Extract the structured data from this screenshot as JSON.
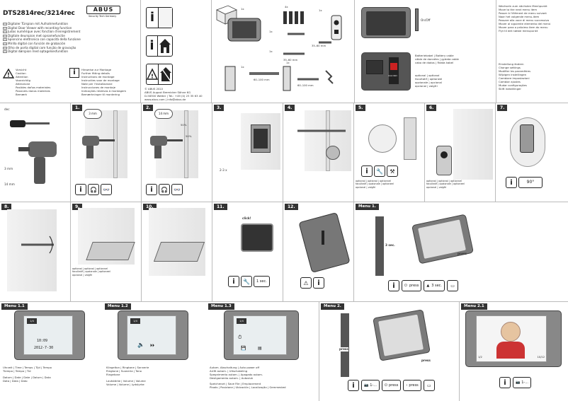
{
  "header": {
    "model": "DTS2814rec/3214rec",
    "brand": "ABUS",
    "tagline": "Security Tech Germany"
  },
  "descriptions": [
    "Digitaler Türspion mit Aufnahmefunktion",
    "Digital Door Viewer with recording function",
    "Judas numérique avec fonction d'enregistrement",
    "Digitale deurspion met opnamefunctie",
    "Spioncino elettronico con capacità della funzione",
    "Mirilla digital con función de grabación",
    "Olho de porta digital com função de gravação",
    "Digital dørspion med optagelsesfunktion"
  ],
  "warnings_left": [
    "Vorsicht",
    "Caution",
    "Attention",
    "Voorzichtig",
    "Attenzione",
    "Posibles daños materiales",
    "Possíveis danos materiais",
    "Bemærk"
  ],
  "warnings_right": [
    "Hinweise zur Montage",
    "Further fitting details",
    "Instructions de montage",
    "Instructies voor de montage",
    "Note per l'installazione",
    "Instrucciones de montaje",
    "Indicações relativas à montagem",
    "Bemærkninger til montering"
  ],
  "company": {
    "copyright": "© ABUS 2022",
    "name": "ABUS August Bremicker Söhne KG",
    "address": "D-58300 Wetter | Tel.: +49 (0) 23 35 63 40",
    "web": "www.abus.com | info@abus.de"
  },
  "parts": {
    "qty1": "1x",
    "qty2": "4x",
    "qty3": "1x",
    "qty4": "1x",
    "qty5": "1x",
    "qty6": "1x",
    "qty7": "1x",
    "dim_a": "35–60 mm",
    "dim_b": "35–60 mm",
    "dim_c": "60–100 mm",
    "dim_d": "60–100 mm"
  },
  "device_labels": {
    "onoff": "On/Off",
    "battery_cable": "Batteriekabel | Battery cable",
    "battery_cable_fr": "câble de données | gydata cable",
    "battery_cable_es": "cabo de dados | Rdata kabel",
    "sd_label": "microSD",
    "optional": [
      "optional | optional",
      "facultatif | optioneel",
      "opzionale | opcional",
      "opcional | valgfri"
    ]
  },
  "menu_nav_1": [
    "Wechseln zum nächsten Menüpunkt",
    "Move to the next menu item",
    "Passer à l'élément de menu suivant",
    "Naar het volgende menu-item",
    "Passare alla voce di menu successiva",
    "Mover al siguiente elemento del menú",
    "Mover para o próximo item do menu",
    "Flyt til det næste menupunkt"
  ],
  "menu_nav_2": [
    "Einstellung ändern",
    "Change settings",
    "Modifier les paramètres",
    "Wijzigen instellingen",
    "Cambiare impostazioni",
    "Cambiar ajustes",
    "Mudar configurações",
    "Skift indstillinger"
  ],
  "tools": {
    "drill_label": "dec",
    "size1": "3 mm",
    "size2": "14 mm"
  },
  "steps": {
    "s1": "1.",
    "s2": "2.",
    "s3": "3.",
    "s4": "4.",
    "s5": "5.",
    "s6": "6.",
    "s7": "7.",
    "s8": "8.",
    "s9": "9.",
    "s10": "10.",
    "s11": "11.",
    "s12": "12.",
    "drill1": "3 mm",
    "drill2": "14 mm",
    "pct1": "50%",
    "pct2": "50%",
    "rotate": "2-3 x",
    "angle": "90°",
    "click": "click!",
    "time": "1 sec.",
    "press": "press",
    "sec3": "3 sec.",
    "one_sec": "1 sec."
  },
  "optional_note": [
    "optional | optional | optionnel",
    "facultatif | opzionale | optioneel",
    "opcional | valgfri"
  ],
  "menus": {
    "m1": "Menu 1.",
    "m11": "Menu 1.1",
    "m12": "Menu 1.2",
    "m13": "Menu 1.3",
    "m2": "Menu 2.",
    "m21": "Menu 2.1",
    "clock": "10:09",
    "date": "2012-7-30",
    "time_label": "Uhrzeit | Time | Temps | Tijd | Tempo",
    "time_label2": "Tiempo | Tempo | Tid",
    "date_label": "Datum | Date | Date | Datum | Data",
    "date_label2": "Data | Data | Dato",
    "ring_label": "Klingelton | Ringtone | Sonnerie",
    "ring_label2": "Ringtone | Suoneria | Tono",
    "ring_label3": "Ringetone",
    "vol_label": "Lautstärke | Volume | Volume",
    "vol_label2": "Volume | Volume | Lydstyrke",
    "auto_label": "Autom. Abschaltung | Auto power off",
    "auto_label2": "Arrêt autom. | Uitschakeling",
    "auto_label3": "Spegnimento autom. | Apagado autom.",
    "auto_label4": "Desligamento autom. | Autosluk",
    "save_label": "Speicherort | Save File | Emplacement",
    "save_label2": "Plaats | Posizione | Ubicación | Localização | Gemmested",
    "rec_left": "1/2",
    "rec_right": "10/12"
  },
  "bottom": {
    "press": "press",
    "press2": "press",
    "dots": "1-..."
  }
}
